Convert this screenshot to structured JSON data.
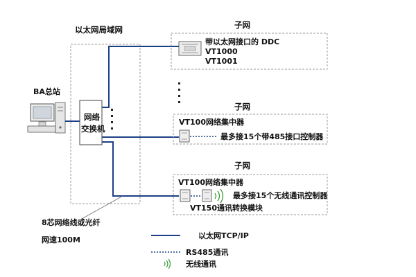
{
  "lan_title": "以太网局域网",
  "ba_station": "BA总站",
  "switch": {
    "line1": "网络",
    "line2": "交换机"
  },
  "subnets": [
    {
      "title": "子网",
      "line1": "带以太网接口的 DDC",
      "line2": "VT1000",
      "line3": "VT1001"
    },
    {
      "title": "子网",
      "concentrator": "VT100网络集中器",
      "note": "最多接15个带485接口控制器"
    },
    {
      "title": "子网",
      "concentrator": "VT100网络集中器",
      "note": "最多接15个无线通讯控制器",
      "module": "VT150通讯转换模块"
    }
  ],
  "cable": {
    "line1": "8芯网络线或光纤",
    "line2": "网速100M"
  },
  "legend": [
    {
      "label": "以太网TCP/IP",
      "style": "solid"
    },
    {
      "label": "RS485通讯",
      "style": "dotted"
    },
    {
      "label": "无线通讯",
      "style": "wireless"
    }
  ],
  "colors": {
    "ethernet": "#1c3f86",
    "dashed_border": "#9a9a9a",
    "rs485": "#1c3f86",
    "wireless": "#3c9a3c"
  }
}
